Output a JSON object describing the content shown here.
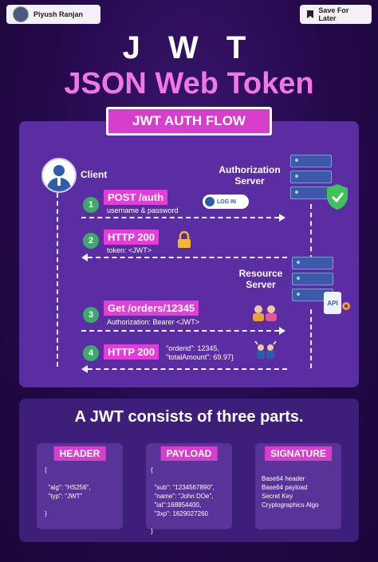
{
  "author_badge": {
    "name": "Piyush Ranjan"
  },
  "save_button": {
    "label": "Save For Later"
  },
  "title": {
    "line1": "J W T",
    "line2": "JSON Web Token"
  },
  "flow": {
    "header": "JWT AUTH FLOW",
    "client_label": "Client",
    "auth_server_label": "Authorization\nServer",
    "resource_server_label": "Resource\nServer",
    "steps": [
      {
        "num": "1",
        "tag": "POST /auth",
        "sub": "username & password",
        "direction": "right"
      },
      {
        "num": "2",
        "tag": "HTTP 200",
        "sub": "token: <JWT>",
        "direction": "left"
      },
      {
        "num": "3",
        "tag": "Get /orders/12345",
        "sub": "Authorization: Bearer <JWT>",
        "direction": "right"
      },
      {
        "num": "4",
        "tag": "HTTP 200",
        "sub": "\"orderid\": 12345,\n\"totalAmount\": 69.97}",
        "direction": "left"
      }
    ],
    "login_chip": "LOG IN",
    "api_label": "API"
  },
  "parts": {
    "title": "A JWT consists of three parts.",
    "cards": [
      {
        "header": "HEADER",
        "body": "{\n\n  \"alg\": \"HS256\",\n  \"typ\": \"JWT\"\n\n}"
      },
      {
        "header": "PAYLOAD",
        "body": "{\n\n  \"sub\": \"1234567890\",\n  \"name\": \"John DOe\",\n  \"iat\":168854400,\n  \"3xp\": 1629027260\n\n}"
      },
      {
        "header": "SIGNATURE",
        "body": "\nBase64 header\nBase64 payload\nSecret Key\nCryptographics Algo"
      }
    ]
  },
  "colors": {
    "accent": "#d63fcc",
    "title_pink": "#f078e6",
    "panel": "#5b2da3",
    "step_green": "#3fa86a"
  }
}
